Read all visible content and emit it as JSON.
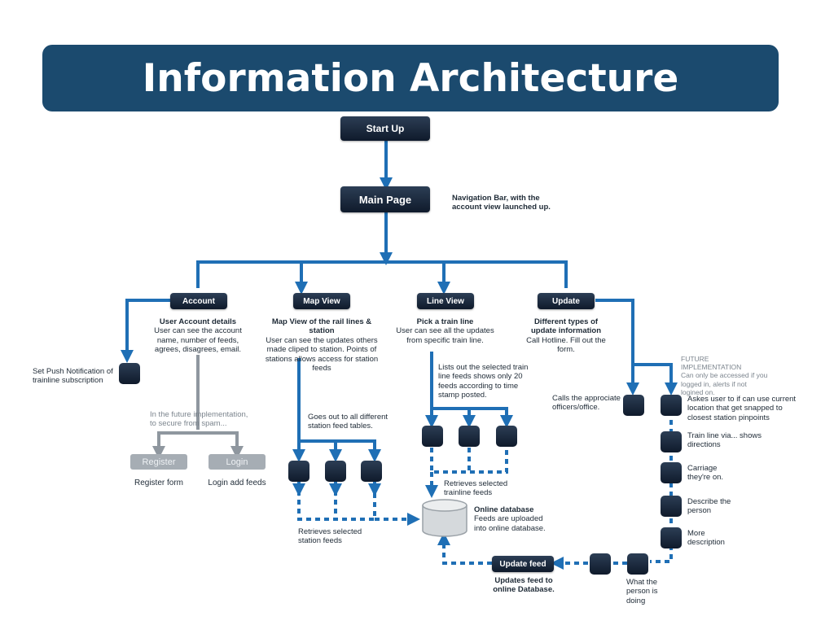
{
  "title": "Information Architecture",
  "nodes": {
    "start_up": "Start Up",
    "main_page": "Main Page",
    "account": "Account",
    "map_view": "Map View",
    "line_view": "Line View",
    "update": "Update",
    "register": "Register",
    "login": "Login",
    "update_feed": "Update feed"
  },
  "notes": {
    "nav_bar": "Navigation Bar, with the account view launched up.",
    "account_head": "User Account details",
    "account_body": "User can see the account name, number of feeds, agrees, disagrees, email.",
    "map_head": "Map View of the rail lines & station",
    "map_body": "User can see the updates others made cliped to station. Points of stations allows access for station feeds",
    "line_head": "Pick a train line",
    "line_body": "User can see all the updates from specific train line.",
    "update_head": "Different types of update information",
    "update_body": "Call Hotline. Fill out the form.",
    "push": "Set Push Notification of trainline subscription",
    "future_secure": "In the future implementation, to secure from spam...",
    "register_form": "Register form",
    "login_feeds": "Login add feeds",
    "station_tables": "Goes out to all different station feed tables.",
    "line_list": "Lists out the selected train line feeds shows only 20 feeds according to time stamp posted.",
    "retrieve_trainline": "Retrieves selected trainline feeds",
    "retrieve_station": "Retrieves selected station feeds",
    "db_head": "Online database",
    "db_body": "Feeds are uploaded into online database.",
    "updates_feed": "Updates feed to online Database.",
    "calls": "Calls the approciate officers/office.",
    "future_head": "FUTURE IMPLEMENTATION",
    "future_body": "Can only be accessed if you logged in, alerts if not logined on.",
    "askes": "Askes user to if can use current location that get snapped to closest station pinpoints",
    "train_line": "Train line via... shows directions",
    "carriage": "Carriage they're on.",
    "describe": "Describe the person",
    "more": "More description",
    "what": "What the person is doing"
  },
  "colors": {
    "banner": "#1b4a6e",
    "connector": "#1f6fb5",
    "node": "#16243a",
    "disabled": "#a6adb4"
  },
  "icons": {
    "database": "database-cylinder-icon"
  }
}
